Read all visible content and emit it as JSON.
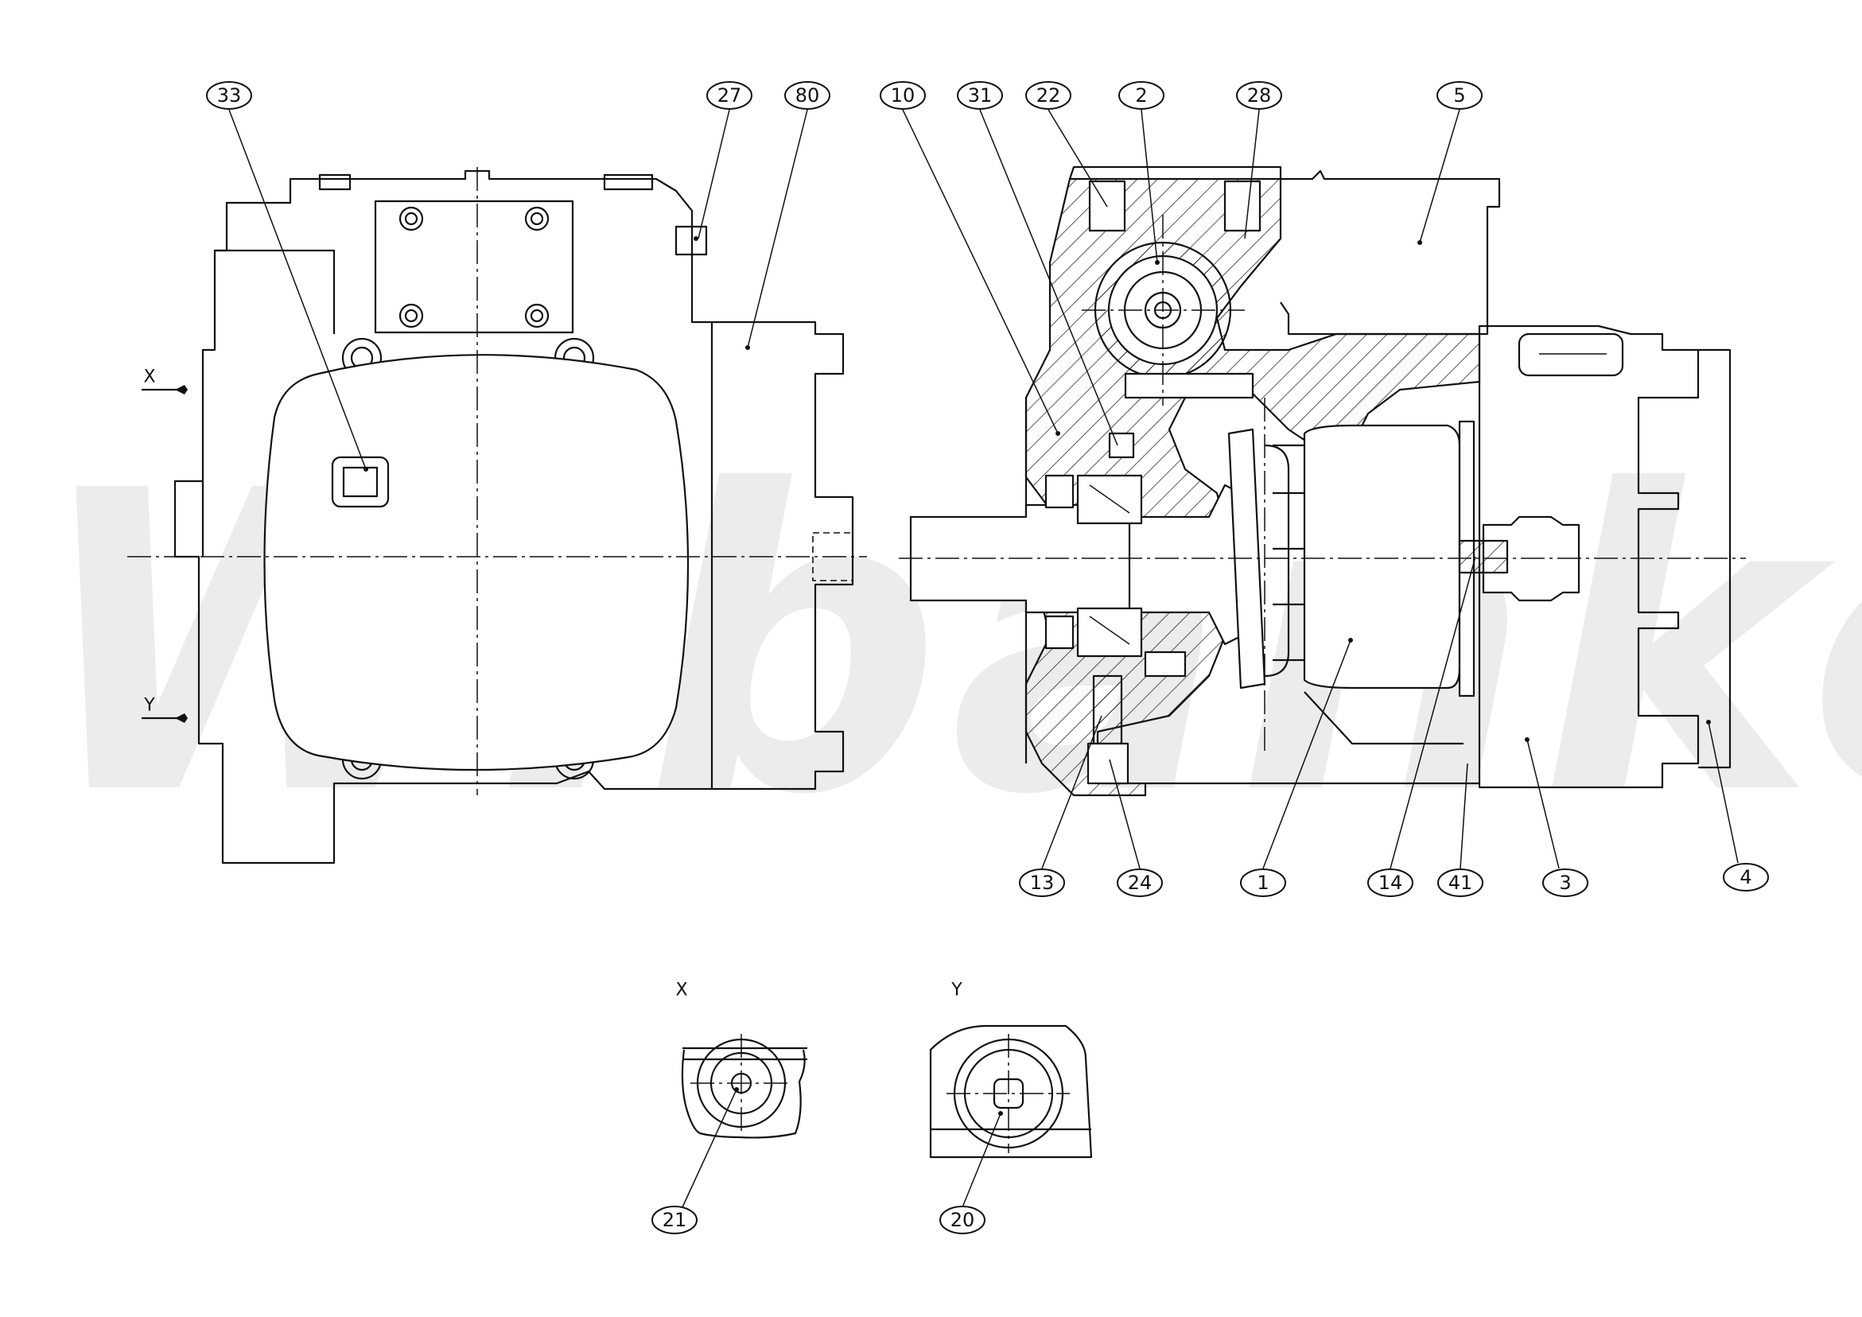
{
  "watermark": "Wibanke",
  "views": {
    "x_arrow": "X",
    "y_arrow": "Y",
    "x_detail": "X",
    "y_detail": "Y"
  },
  "balloons": {
    "b33": "33",
    "b27": "27",
    "b80": "80",
    "b10": "10",
    "b31": "31",
    "b22": "22",
    "b2": "2",
    "b28": "28",
    "b5": "5",
    "b13": "13",
    "b24": "24",
    "b1": "1",
    "b14": "14",
    "b41": "41",
    "b3": "3",
    "b4": "4",
    "b21": "21",
    "b20": "20"
  }
}
